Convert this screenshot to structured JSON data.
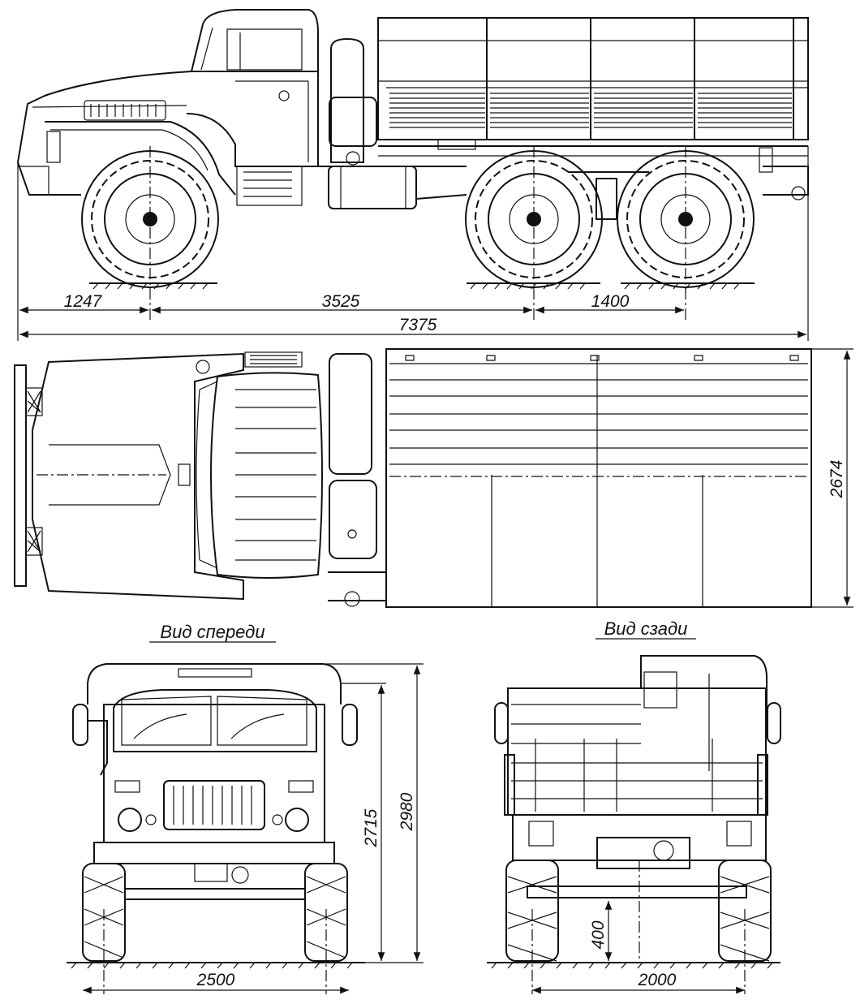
{
  "views": {
    "front_title": "Вид спереди",
    "rear_title": "Вид сзади"
  },
  "dimensions": {
    "front_overhang": "1247",
    "wheelbase": "3525",
    "rear_axle_spacing": "1400",
    "overall_length": "7375",
    "body_width": "2674",
    "cab_height": "2715",
    "overall_height": "2980",
    "front_track": "2500",
    "rear_track": "2000",
    "ground_clearance": "400"
  }
}
